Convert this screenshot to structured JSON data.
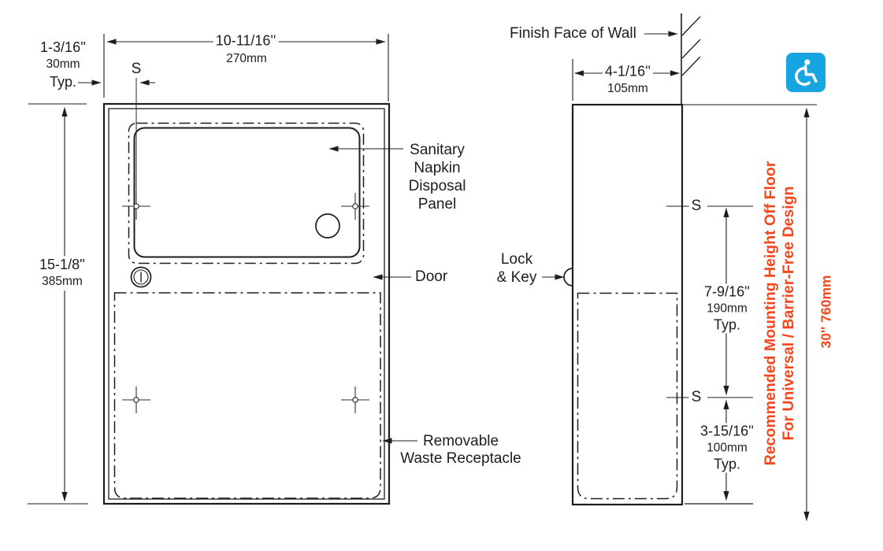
{
  "front_view": {
    "dim_width_in": "10-11/16''",
    "dim_width_mm": "270mm",
    "dim_offset_in": "1-3/16''",
    "dim_offset_mm": "30mm",
    "dim_offset_typ": "Typ.",
    "slot_mark": "S",
    "dim_height_in": "15-1/8''",
    "dim_height_mm": "385mm",
    "panel_label": [
      "Sanitary",
      "Napkin",
      "Disposal",
      "Panel"
    ],
    "door_label": "Door",
    "receptacle_label": [
      "Removable",
      "Waste Receptacle"
    ]
  },
  "side_view": {
    "wall_label": "Finish Face of Wall",
    "dim_depth_in": "4-1/16''",
    "dim_depth_mm": "105mm",
    "lock_label": [
      "Lock",
      "& Key"
    ],
    "slot_mark_upper": "S",
    "slot_mark_lower": "S",
    "dim_slot_in": "7-9/16''",
    "dim_slot_mm": "190mm",
    "dim_slot_typ": "Typ.",
    "dim_bottom_in": "3-15/16''",
    "dim_bottom_mm": "100mm",
    "dim_bottom_typ": "Typ."
  },
  "mounting_note": {
    "line1": "Recommended Mounting Height Off Floor",
    "line2": "For Universal / Barrier-Free Design",
    "height_value": "30'' 760mm"
  },
  "icons": {
    "accessibility": "wheelchair-accessible-icon"
  },
  "colors": {
    "line": "#1d1d1f",
    "accent_orange": "#f4471d",
    "accessible_blue": "#16a5e0"
  }
}
